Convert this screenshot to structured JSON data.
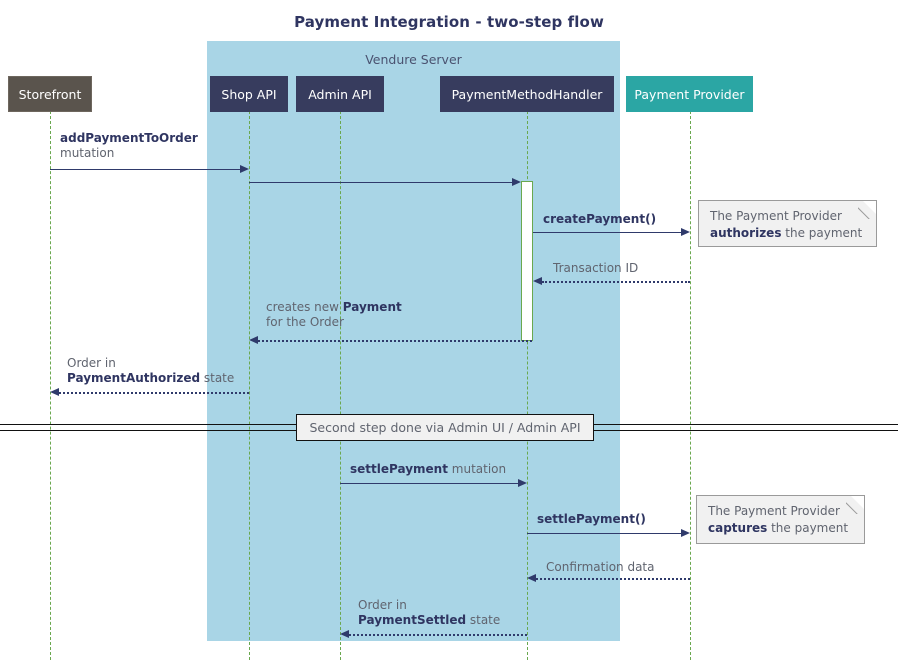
{
  "title": "Payment Integration - two-step flow",
  "group": {
    "label": "Vendure Server",
    "color": "#a9d5e6"
  },
  "participants": [
    {
      "key": "storefront",
      "label": "Storefront",
      "color": "#5a544d"
    },
    {
      "key": "shop-api",
      "label": "Shop API",
      "color": "#373c5e"
    },
    {
      "key": "admin-api",
      "label": "Admin API",
      "color": "#373c5e"
    },
    {
      "key": "payment-method-handler",
      "label": "PaymentMethodHandler",
      "color": "#373c5e"
    },
    {
      "key": "payment-provider",
      "label": "Payment Provider",
      "color": "#2ba6a4"
    }
  ],
  "messages": [
    {
      "key": "add-payment-to-order",
      "bold": "addPaymentToOrder",
      "rest": "mutation",
      "from": "storefront",
      "to": "shop-api",
      "style": "solid"
    },
    {
      "key": "shop-to-handler",
      "bold": "",
      "rest": "",
      "from": "shop-api",
      "to": "payment-method-handler",
      "style": "solid"
    },
    {
      "key": "create-payment",
      "bold": "createPayment()",
      "rest": "",
      "from": "payment-method-handler",
      "to": "payment-provider",
      "style": "solid"
    },
    {
      "key": "transaction-id",
      "bold": "",
      "rest": "Transaction ID",
      "from": "payment-provider",
      "to": "payment-method-handler",
      "style": "dotted"
    },
    {
      "key": "creates-new-payment",
      "line1_pre": "creates new ",
      "line1_bold": "Payment",
      "line2": "for the Order",
      "from": "payment-method-handler",
      "to": "shop-api",
      "style": "dotted"
    },
    {
      "key": "order-payment-authorized",
      "line1": "Order in",
      "line2_bold": "PaymentAuthorized",
      "line2_rest": " state",
      "from": "shop-api",
      "to": "storefront",
      "style": "dotted"
    },
    {
      "key": "settle-payment-mutation",
      "bold": "settlePayment",
      "rest": "mutation",
      "from": "admin-api",
      "to": "payment-method-handler",
      "style": "solid"
    },
    {
      "key": "settle-payment-call",
      "bold": "settlePayment()",
      "rest": "",
      "from": "payment-method-handler",
      "to": "payment-provider",
      "style": "solid"
    },
    {
      "key": "confirmation-data",
      "bold": "",
      "rest": "Confirmation data",
      "from": "payment-provider",
      "to": "payment-method-handler",
      "style": "dotted"
    },
    {
      "key": "order-payment-settled",
      "line1": "Order in",
      "line2_bold": "PaymentSettled",
      "line2_rest": " state",
      "from": "payment-method-handler",
      "to": "admin-api",
      "style": "dotted"
    }
  ],
  "notes": [
    {
      "key": "note-authorize",
      "line1": "The Payment Provider",
      "line2_bold": "authorizes",
      "line2_rest": " the payment"
    },
    {
      "key": "note-capture",
      "line1": "The Payment Provider",
      "line2_bold": "captures",
      "line2_rest": " the payment"
    }
  ],
  "divider": {
    "label": "Second step done via Admin UI / Admin API"
  },
  "labels": {
    "msg1_bold": "addPaymentToOrder",
    "msg1_rest": "mutation",
    "create_payment": "createPayment()",
    "transaction_id": "Transaction ID",
    "creates_new_pre": "creates new ",
    "creates_new_bold": "Payment",
    "creates_new_line2": "for the Order",
    "order_in": "Order in",
    "payment_authorized_bold": "PaymentAuthorized",
    "state_suffix": " state",
    "settle_mutation_bold": "settlePayment",
    "settle_mutation_rest": " mutation",
    "settle_call": "settlePayment()",
    "confirmation_data": "Confirmation data",
    "payment_settled_bold": "PaymentSettled"
  }
}
